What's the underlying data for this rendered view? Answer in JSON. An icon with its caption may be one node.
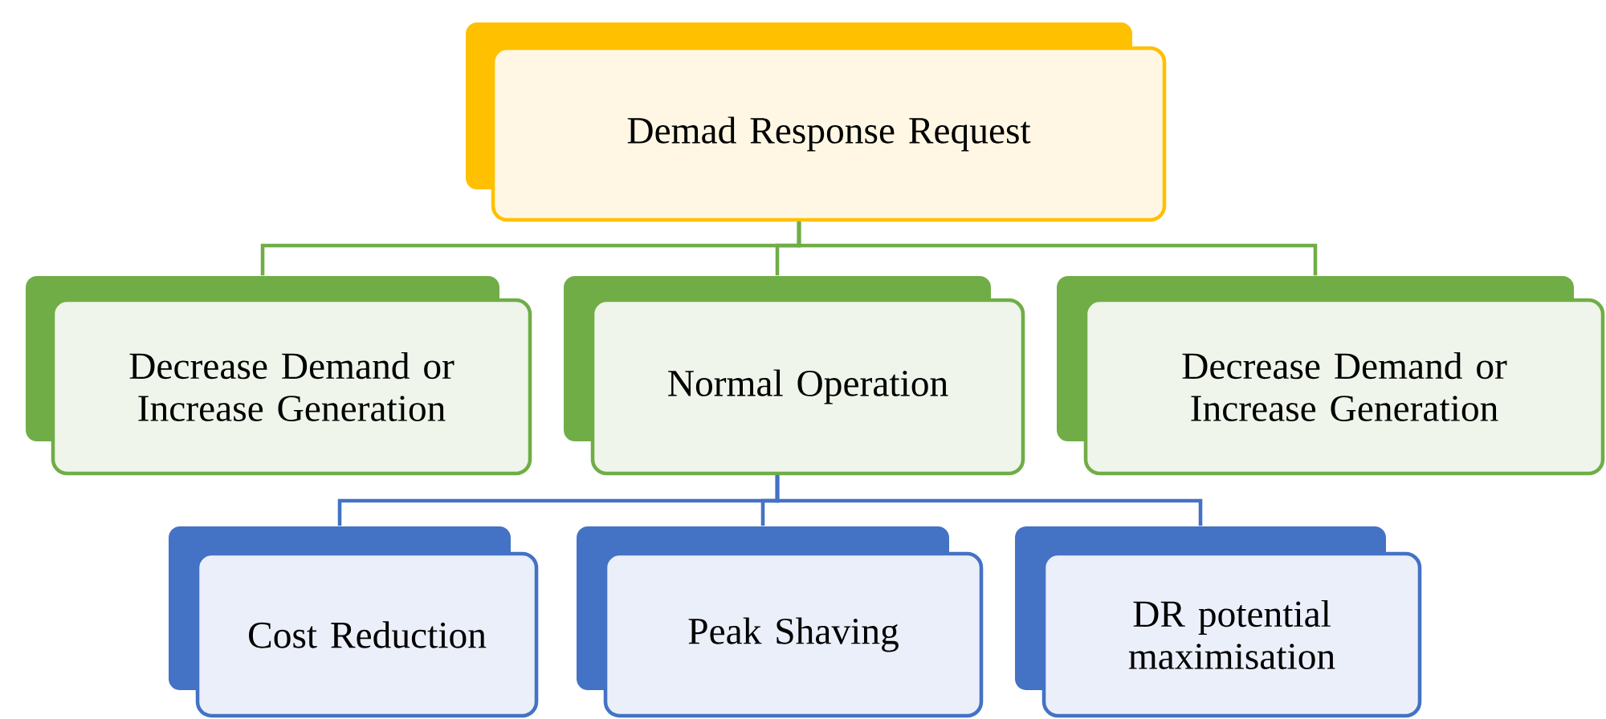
{
  "diagram": {
    "nodes": [
      {
        "text": [
          "Demad Response Request"
        ]
      },
      {
        "text": [
          "Decrease Demand or Increase Generation"
        ]
      },
      {
        "text": [
          "Normal Operation"
        ]
      },
      {
        "text": [
          "Decrease Demand or Increase Generation"
        ]
      },
      {
        "text": [
          "Cost Reduction"
        ]
      },
      {
        "text": [
          "Peak Shaving"
        ]
      },
      {
        "text": [
          "DR potential maximisation"
        ]
      }
    ],
    "edges": [
      {
        "from": 0,
        "to": 1,
        "arrow": "none",
        "color": "#70ad47"
      },
      {
        "from": 0,
        "to": 2,
        "arrow": "none",
        "color": "#70ad47"
      },
      {
        "from": 0,
        "to": 3,
        "arrow": "none",
        "color": "#70ad47"
      },
      {
        "from": 2,
        "to": 4,
        "arrow": "none",
        "color": "#4472c4"
      },
      {
        "from": 2,
        "to": 5,
        "arrow": "none",
        "color": "#4472c4"
      },
      {
        "from": 2,
        "to": 6,
        "arrow": "none",
        "color": "#4472c4"
      }
    ]
  }
}
